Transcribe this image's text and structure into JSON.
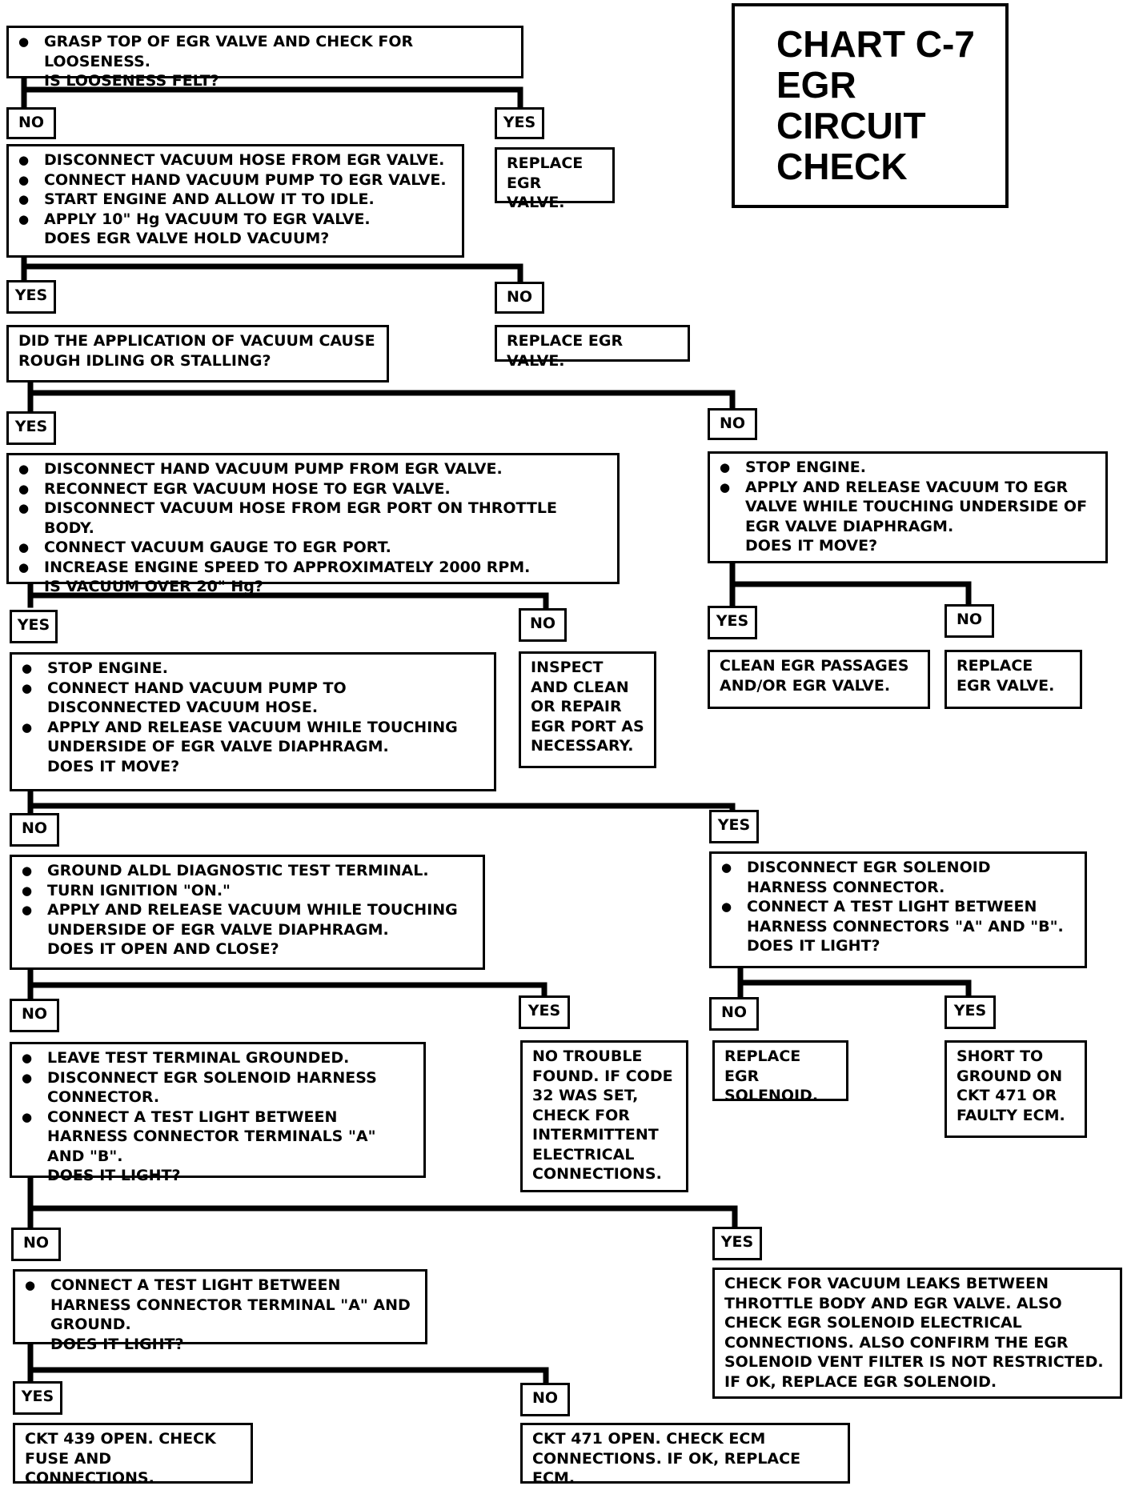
{
  "title": {
    "l1": "CHART C-7",
    "l2": "EGR",
    "l3": "CIRCUIT",
    "l4": "CHECK"
  },
  "steps": {
    "s1": {
      "bullets": [
        "GRASP TOP OF EGR VALVE AND CHECK FOR LOOSENESS."
      ],
      "question": "IS LOOSENESS FELT?"
    },
    "s1_yes": "REPLACE EGR VALVE.",
    "s2": {
      "bullets": [
        "DISCONNECT VACUUM HOSE FROM EGR VALVE.",
        "CONNECT HAND VACUUM PUMP TO EGR VALVE.",
        "START ENGINE AND ALLOW IT TO IDLE.",
        "APPLY 10\" Hg VACUUM TO EGR VALVE."
      ],
      "question": "DOES EGR VALVE HOLD VACUUM?"
    },
    "s2_no": "REPLACE EGR VALVE.",
    "s3": "DID THE APPLICATION OF VACUUM CAUSE ROUGH IDLING OR STALLING?",
    "s4": {
      "bullets": [
        "DISCONNECT HAND VACUUM PUMP FROM EGR VALVE.",
        "RECONNECT EGR VACUUM HOSE TO EGR VALVE.",
        "DISCONNECT VACUUM HOSE FROM EGR PORT ON THROTTLE BODY.",
        "CONNECT VACUUM  GAUGE  TO EGR PORT.",
        "INCREASE ENGINE SPEED TO APPROXIMATELY 2000 RPM."
      ],
      "question": "IS VACUUM OVER 20\" Hg?"
    },
    "s5": {
      "bullets": [
        "STOP ENGINE.",
        "APPLY AND RELEASE VACUUM TO EGR VALVE WHILE TOUCHING UNDERSIDE OF EGR VALVE DIAPHRAGM."
      ],
      "question": "DOES IT MOVE?"
    },
    "s6": {
      "bullets": [
        "STOP ENGINE.",
        "CONNECT HAND VACUUM PUMP TO DISCONNECTED VACUUM HOSE.",
        "APPLY AND RELEASE VACUUM WHILE TOUCHING UNDERSIDE OF EGR VALVE DIAPHRAGM."
      ],
      "question": "DOES IT MOVE?"
    },
    "s4_no": "INSPECT AND CLEAN OR REPAIR EGR PORT AS NECESSARY.",
    "s5_yes": "CLEAN EGR PASSAGES AND/OR EGR VALVE.",
    "s5_no": "REPLACE EGR VALVE.",
    "s7": {
      "bullets": [
        "GROUND ALDL DIAGNOSTIC TEST TERMINAL.",
        "TURN IGNITION \"ON.\"",
        "APPLY AND RELEASE VACUUM WHILE TOUCHING UNDERSIDE OF EGR VALVE DIAPHRAGM."
      ],
      "question": "DOES IT OPEN AND CLOSE?"
    },
    "s8": {
      "bullets": [
        "DISCONNECT EGR SOLENOID HARNESS CONNECTOR.",
        "CONNECT A TEST LIGHT BETWEEN HARNESS CONNECTORS \"A\" AND \"B\"."
      ],
      "question": "DOES IT LIGHT?"
    },
    "s9": {
      "bullets": [
        "LEAVE TEST TERMINAL GROUNDED.",
        "DISCONNECT EGR SOLENOID HARNESS CONNECTOR.",
        "CONNECT A TEST LIGHT BETWEEN HARNESS CONNECTOR TERMINALS \"A\" AND \"B\"."
      ],
      "question": "DOES IT LIGHT?"
    },
    "s7_yes": "NO TROUBLE FOUND.  IF CODE 32 WAS SET, CHECK FOR INTERMITTENT ELECTRICAL CONNECTIONS.",
    "s8_no": "REPLACE EGR SOLENOID.",
    "s8_yes": "SHORT TO GROUND ON CKT 471 OR FAULTY ECM.",
    "s10": {
      "bullets": [
        "CONNECT A TEST LIGHT BETWEEN HARNESS CONNECTOR TERMINAL \"A\" AND GROUND."
      ],
      "question": "DOES IT LIGHT?"
    },
    "s9_yes": "CHECK FOR VACUUM LEAKS BETWEEN THROTTLE BODY AND EGR VALVE.  ALSO CHECK EGR SOLENOID ELECTRICAL CONNECTIONS.  ALSO CONFIRM THE EGR SOLENOID VENT FILTER IS NOT RESTRICTED.  IF OK, REPLACE EGR SOLENOID.",
    "s10_yes": "CKT 439 OPEN.  CHECK FUSE AND CONNECTIONS.",
    "s10_no": "CKT 471 OPEN.  CHECK ECM CONNECTIONS.  IF OK, REPLACE ECM."
  },
  "labels": {
    "yes": "YES",
    "no": "NO"
  }
}
